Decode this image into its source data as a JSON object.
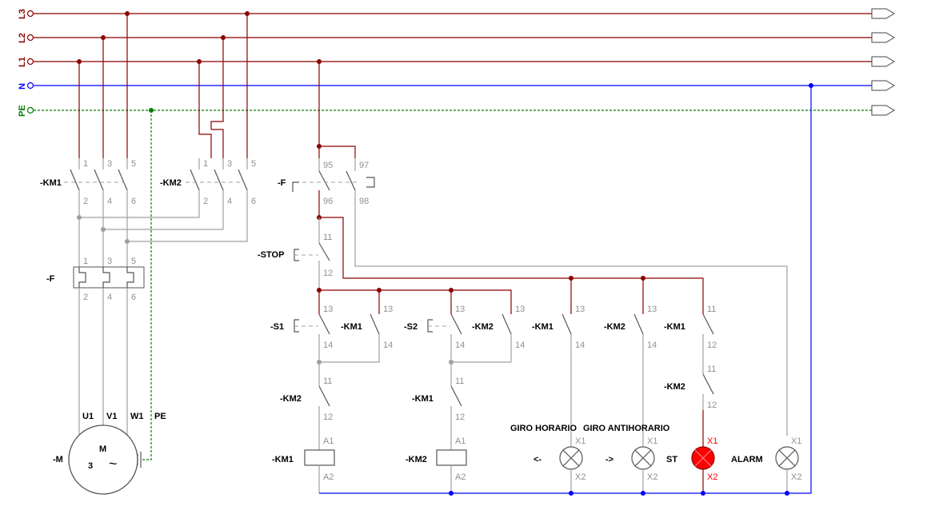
{
  "buses": [
    {
      "name": "L3",
      "color": "#8b0000"
    },
    {
      "name": "L2",
      "color": "#8b0000"
    },
    {
      "name": "L1",
      "color": "#8b0000"
    },
    {
      "name": "N",
      "color": "#0000ff"
    },
    {
      "name": "PE",
      "color": "#008000"
    }
  ],
  "power": {
    "km1_label": "-KM1",
    "km2_label": "-KM2",
    "f_label": "-F",
    "t1": "1",
    "t3": "3",
    "t5": "5",
    "t2": "2",
    "t4": "4",
    "t6": "6",
    "motor": {
      "label": "-M",
      "name": "M",
      "phases": "3",
      "wave": "~",
      "u1": "U1",
      "v1": "V1",
      "w1": "W1",
      "pe": "PE"
    }
  },
  "control": {
    "f_label": "-F",
    "t95": "95",
    "t96": "96",
    "t97": "97",
    "t98": "98",
    "stop_label": "-STOP",
    "t11": "11",
    "t12": "12",
    "t13": "13",
    "t14": "14",
    "s1_label": "-S1",
    "s2_label": "-S2",
    "km1_label": "-KM1",
    "km2_label": "-KM2",
    "a1": "A1",
    "a2": "A2",
    "x1": "X1",
    "x2": "X2",
    "lamps": {
      "cw_caption": "GIRO HORARIO",
      "ccw_caption": "GIRO ANTIHORARIO",
      "cw_arrow": "<-",
      "ccw_arrow": "->",
      "st_label": "ST",
      "alarm_label": "ALARM"
    }
  },
  "colors": {
    "phase": "#8b0000",
    "neutral": "#0000ff",
    "earth": "#008000",
    "lamp_on": "#ff0000"
  }
}
